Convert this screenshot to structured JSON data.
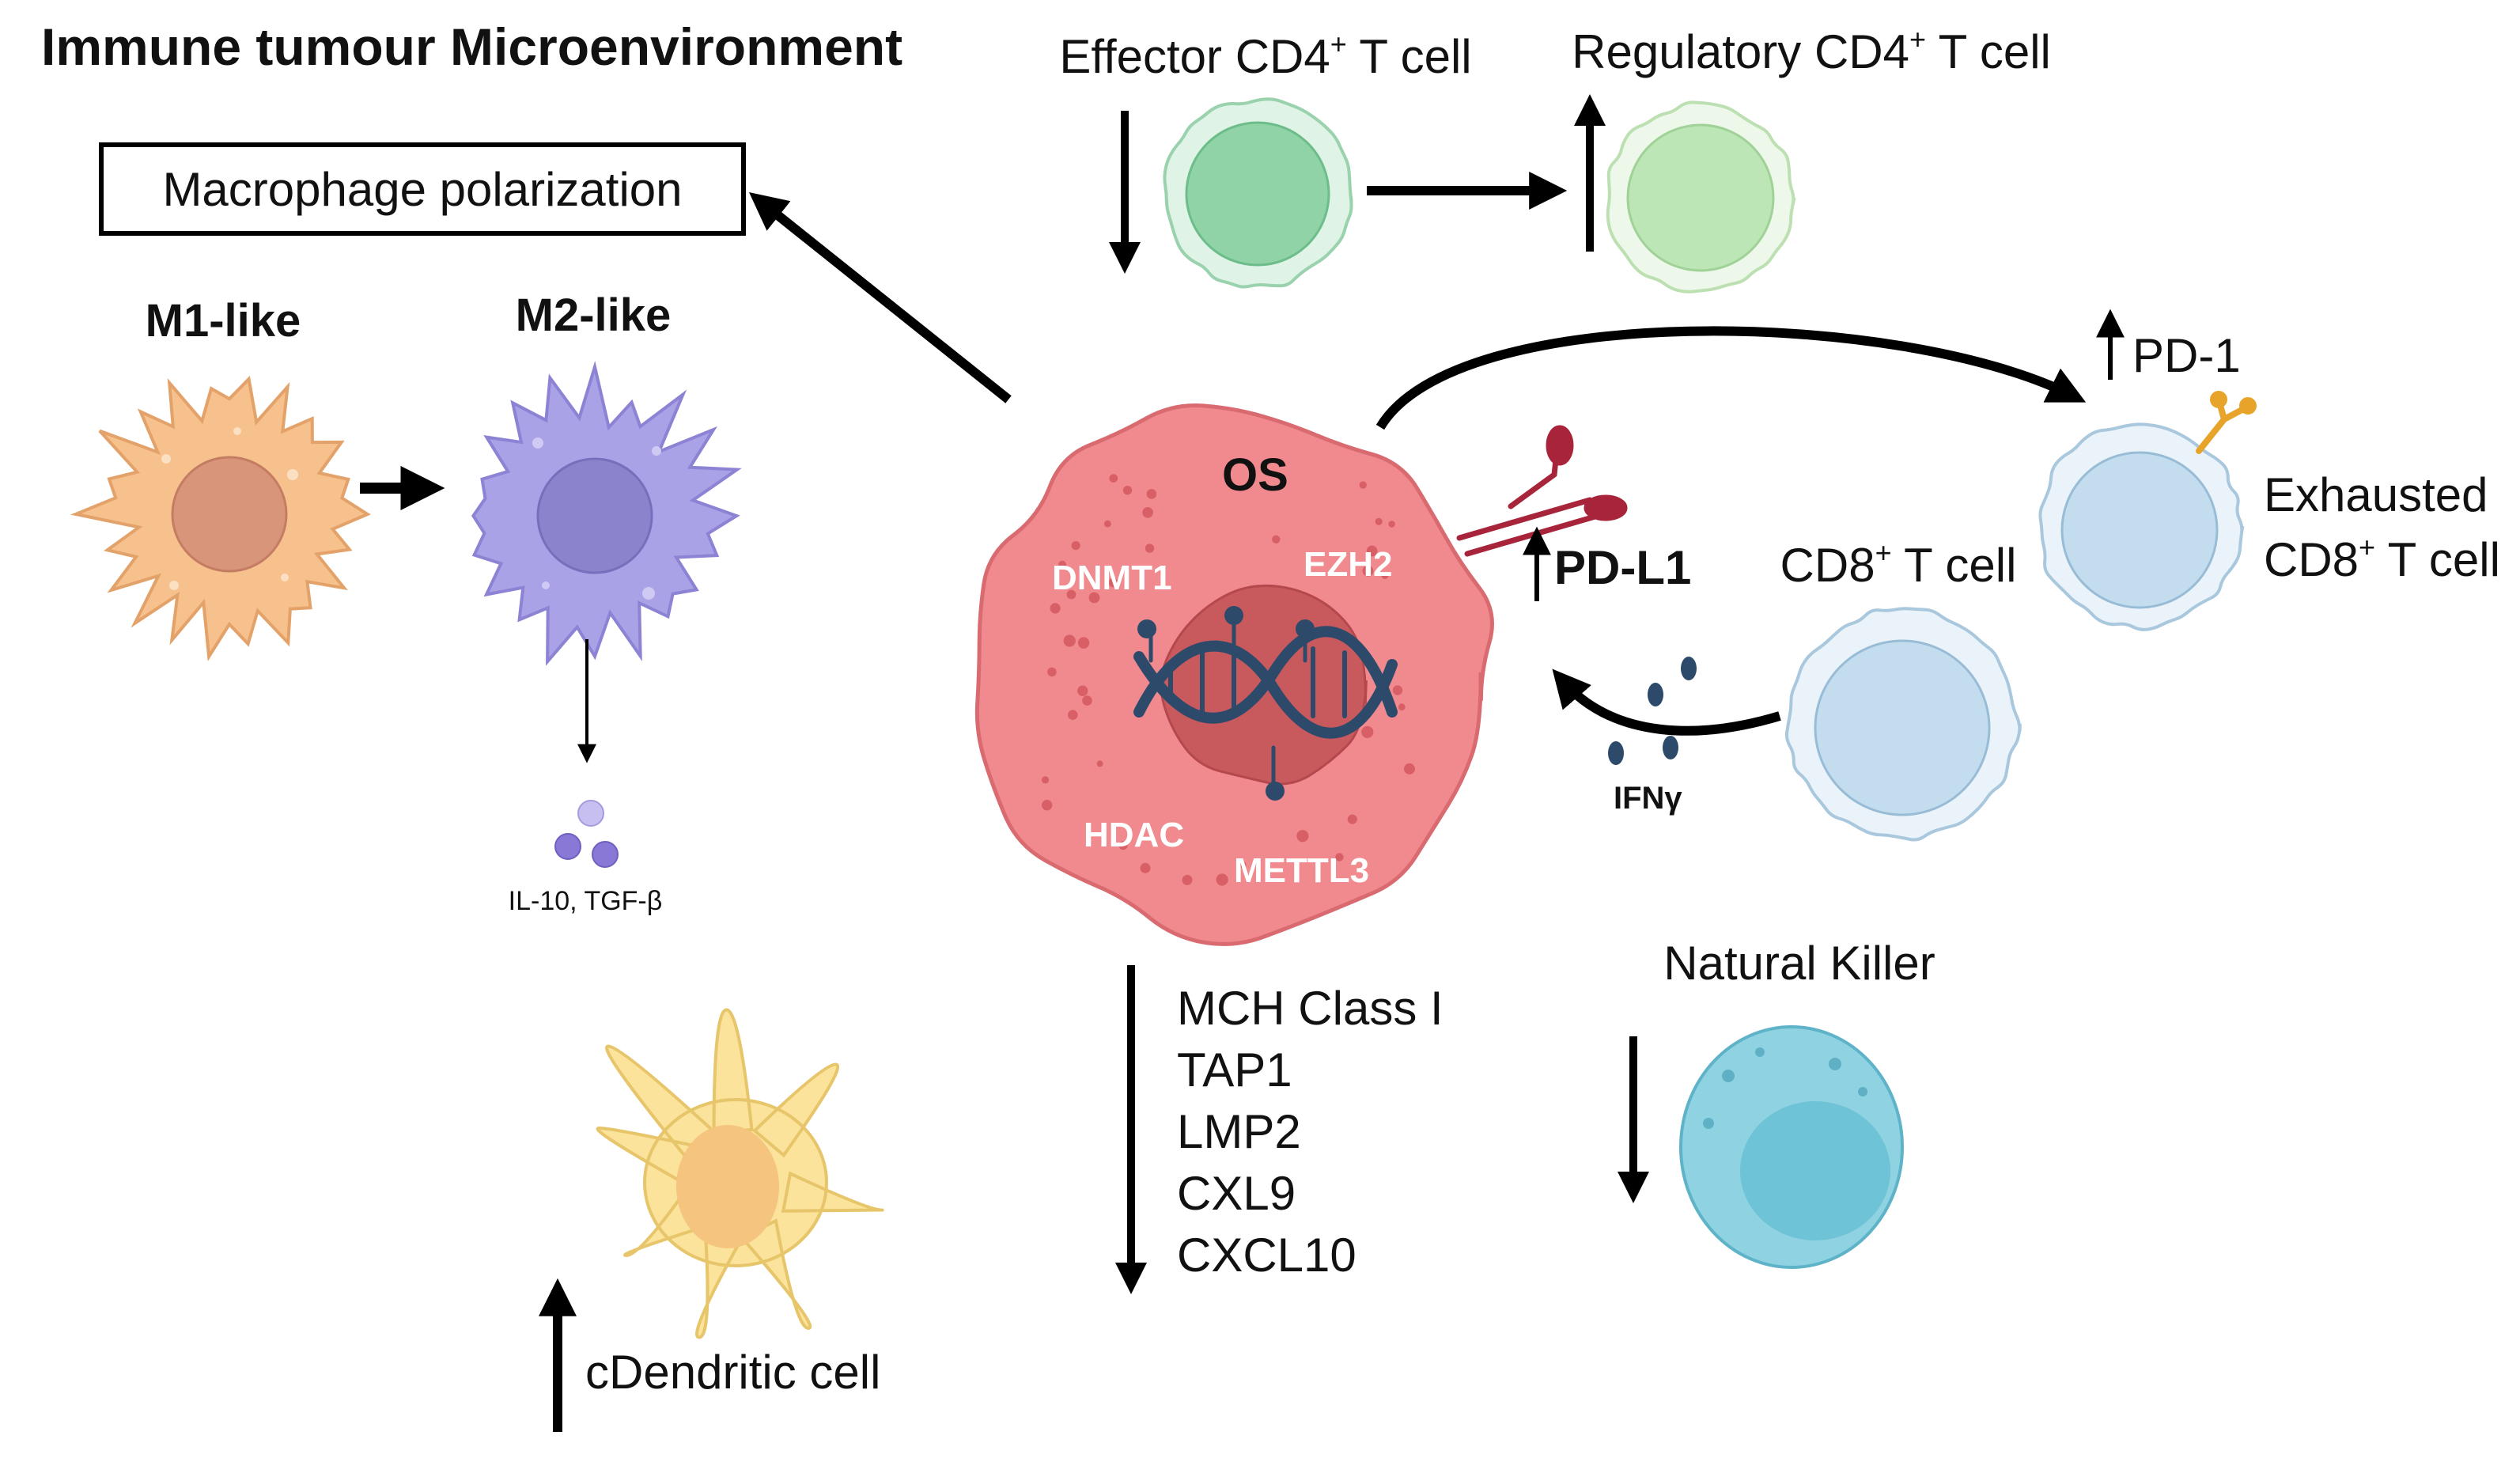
{
  "title": "Immune tumour Microenvironment",
  "macrophage_box": "Macrophage polarization",
  "m1_label": "M1-like",
  "m2_label": "M2-like",
  "cytokines_m2": "IL-10, TGF-β",
  "effector_prefix": "Effector CD4",
  "effector_sup": "+",
  "effector_suffix": " T cell",
  "regulatory_prefix": "Regulatory CD4",
  "regulatory_sup": "+",
  "regulatory_suffix": " T cell",
  "pd1_label": "PD-1",
  "exhausted_line1": "Exhausted",
  "exhausted_line2_prefix": "CD8",
  "exhausted_line2_sup": "+",
  "exhausted_line2_suffix": " T cell",
  "tumour_label": "OS",
  "enzymes": {
    "dnmt1": "DNMT1",
    "ezh2": "EZH2",
    "hdac": "HDAC",
    "mettl3": "METTL3"
  },
  "pdl1_label": "PD-L1",
  "cd8_prefix": "CD8",
  "cd8_sup": "+",
  "cd8_suffix": " T cell",
  "ifng_label": "IFNγ",
  "antigen_list": [
    "MCH Class I",
    "TAP1",
    "LMP2",
    "CXL9",
    "CXCL10"
  ],
  "nk_label": "Natural Killer",
  "dendritic_label": "cDendritic cell",
  "colors": {
    "m1": "#f6c18c",
    "m2": "#aaa2e6",
    "tumour": "#f08a8e",
    "effector_t": "#8fd3a7",
    "regulatory_t": "#bde6b6",
    "cd8_t": "#c4ddee",
    "nk": "#6ec3d6",
    "dendritic": "#fbe39b",
    "dna": "#2d4a6b"
  }
}
